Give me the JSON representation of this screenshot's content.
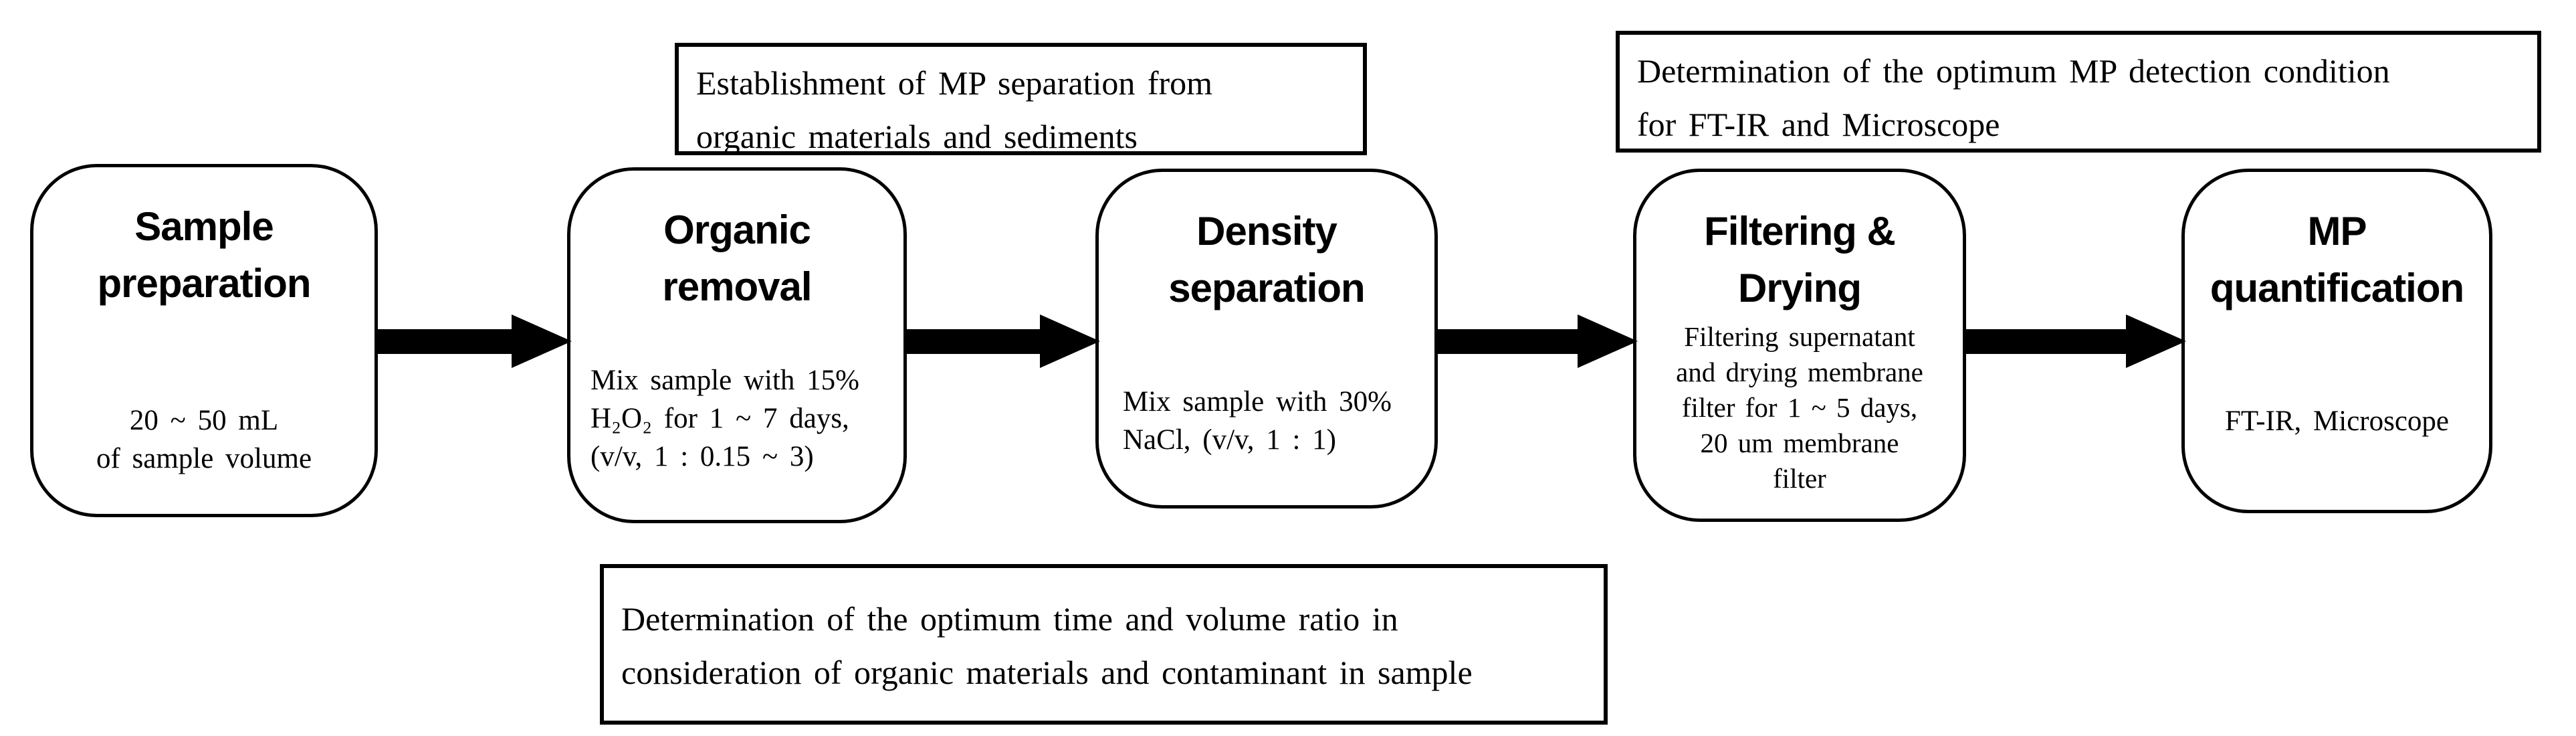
{
  "colors": {
    "ink": "#000000",
    "paper": "#ffffff"
  },
  "steps": [
    {
      "id": "sample-preparation",
      "title_lines": [
        "Sample",
        "preparation"
      ],
      "body_lines": [
        "20 ~ 50 mL",
        "of sample volume"
      ]
    },
    {
      "id": "organic-removal",
      "title_lines": [
        "Organic",
        "removal"
      ],
      "body_lines": [
        "Mix sample with 15%",
        "H₂O₂ for 1 ~ 7 days,",
        "(v/v, 1 : 0.15 ~ 3)"
      ]
    },
    {
      "id": "density-separation",
      "title_lines": [
        "Density",
        "separation"
      ],
      "body_lines": [
        "Mix sample with 30%",
        "NaCl, (v/v, 1 : 1)"
      ]
    },
    {
      "id": "filtering-drying",
      "title_lines": [
        "Filtering &",
        "Drying"
      ],
      "body_lines": [
        "Filtering supernatant",
        "and drying membrane",
        "filter for 1 ~ 5 days,",
        "20 um membrane",
        "filter"
      ]
    },
    {
      "id": "mp-quantification",
      "title_lines": [
        "MP",
        "quantification"
      ],
      "body_lines": [
        "FT-IR, Microscope"
      ]
    }
  ],
  "annotations": {
    "top_left": {
      "lines": [
        "Establishment of MP separation from",
        "organic materials and sediments"
      ]
    },
    "top_right": {
      "lines": [
        "Determination of the optimum MP detection condition",
        "for FT-IR and Microscope"
      ]
    },
    "bottom": {
      "lines": [
        "Determination of the optimum time and volume ratio in",
        "consideration of organic materials and contaminant in sample"
      ]
    }
  }
}
